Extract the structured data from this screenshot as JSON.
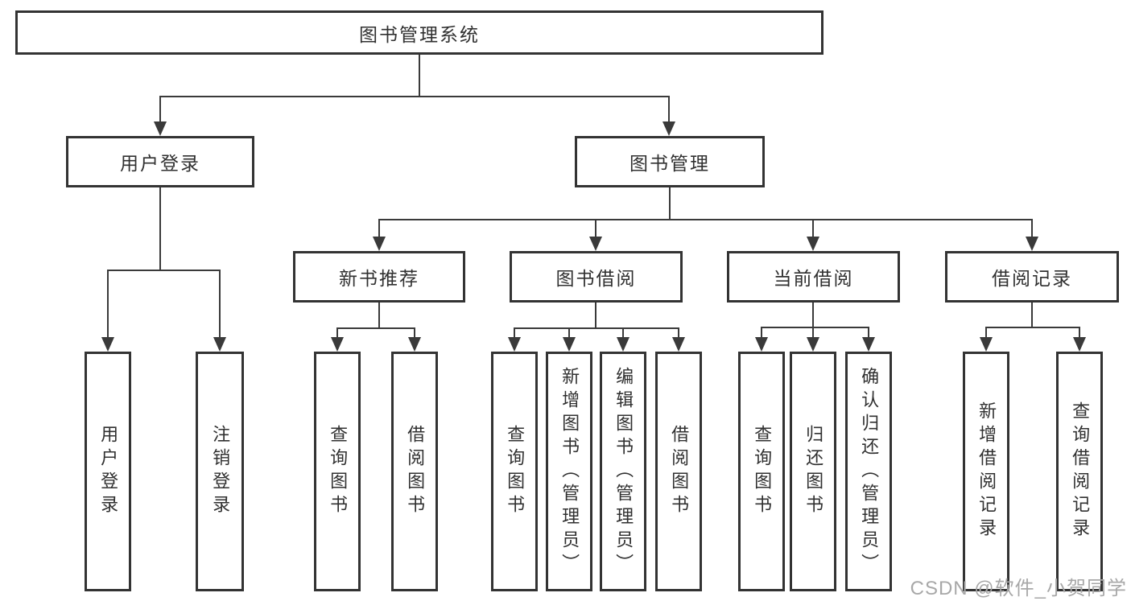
{
  "tree": {
    "root": "图书管理系统",
    "children": [
      {
        "label": "用户登录",
        "leaves": [
          "用户登录",
          "注销登录"
        ]
      },
      {
        "label": "图书管理",
        "children": [
          {
            "label": "新书推荐",
            "leaves": [
              "查询图书",
              "借阅图书"
            ]
          },
          {
            "label": "图书借阅",
            "leaves": [
              "查询图书",
              "新增图书（管理员）",
              "编辑图书（管理员）",
              "借阅图书"
            ]
          },
          {
            "label": "当前借阅",
            "leaves": [
              "查询图书",
              "归还图书",
              "确认归还（管理员）"
            ]
          },
          {
            "label": "借阅记录",
            "leaves": [
              "新增借阅记录",
              "查询借阅记录"
            ]
          }
        ]
      }
    ]
  },
  "watermark": {
    "text": "CSDN @软件_小贺同学"
  },
  "colors": {
    "border": "#333333",
    "line": "#3a3a3a",
    "text": "#303030",
    "watermark": "#a8a8a8",
    "background": "#ffffff"
  }
}
